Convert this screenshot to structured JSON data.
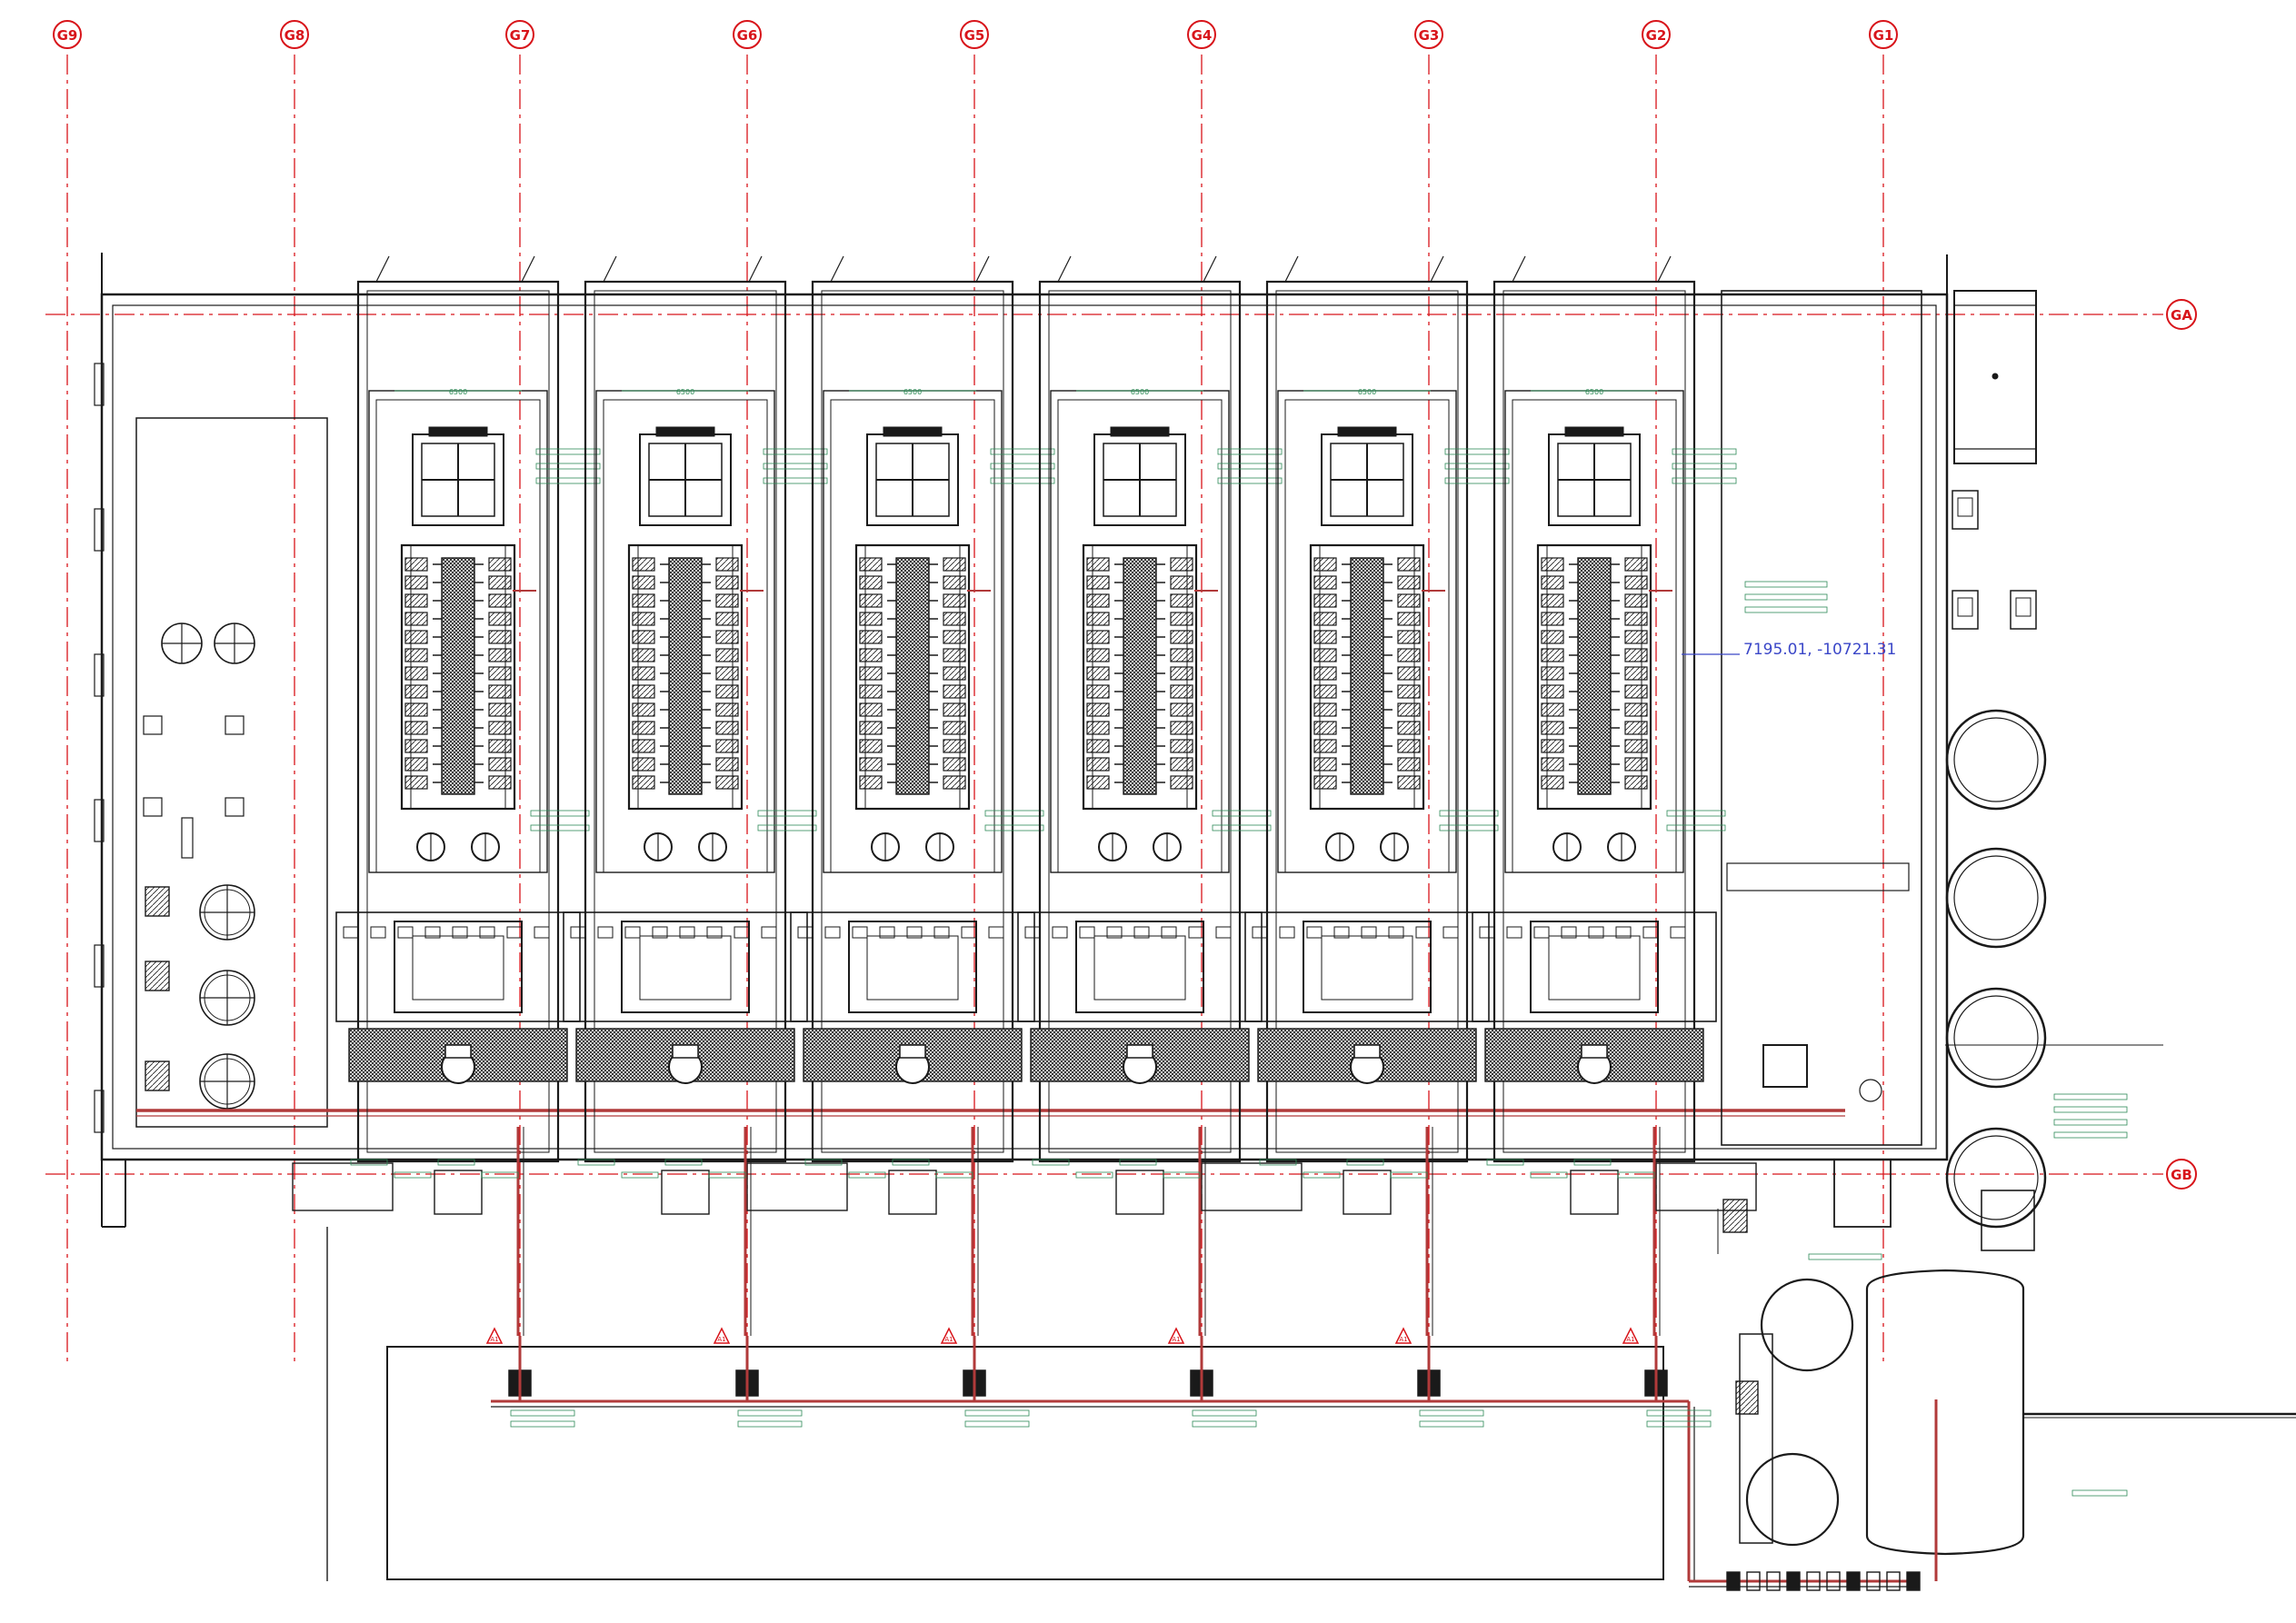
{
  "drawing": {
    "colors": {
      "line": "#1a1a1a",
      "grid": "#d8141a",
      "annotation": "#2e8b57",
      "coordinate": "#3b47c8",
      "pipe": "#b13a3a",
      "background": "#ffffff"
    },
    "grid_columns": [
      "G9",
      "G8",
      "G7",
      "G6",
      "G5",
      "G4",
      "G3",
      "G2",
      "G1"
    ],
    "grid_rows": [
      "GA",
      "GB"
    ],
    "coordinate_readout": "7195.01, -10721.31",
    "valve_markers": [
      "A1",
      "A1",
      "A1",
      "A1",
      "A1",
      "A1"
    ],
    "genset_count": 6,
    "dim_label": "6500"
  }
}
